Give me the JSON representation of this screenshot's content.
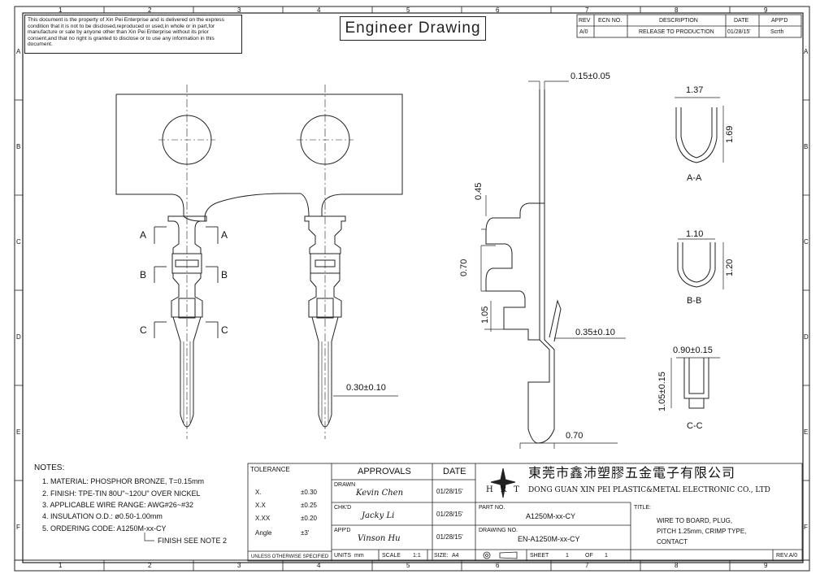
{
  "border": {
    "columns": [
      "1",
      "2",
      "3",
      "4",
      "5",
      "6",
      "7",
      "8",
      "9"
    ],
    "rows": [
      "A",
      "B",
      "C",
      "D",
      "E",
      "F"
    ]
  },
  "disclaimer": "This document is the property of Xin Pei Enterprise and is delivered on the express condition that it is not to be disclosed,reproduced or used,in whole or in part,for manufacture or sale by anyone other than Xin Pei Enterprise without its prior consent,and that no right is granted to disclose or to use any information in this document.",
  "heading": "Engineer Drawing",
  "revision_table": {
    "headers": [
      "REV",
      "ECN NO.",
      "DESCRIPTION",
      "DATE",
      "APP'D"
    ],
    "row": [
      "A/0",
      "",
      "RELEASE TO PRODUCTION",
      "01/28/15'",
      "Scrth"
    ]
  },
  "views": {
    "section_markers": [
      "A",
      "B",
      "C"
    ],
    "section_labels": [
      "A-A",
      "B-B",
      "C-C"
    ]
  },
  "dimensions": {
    "thickness": "0.15±0.05",
    "h045": "0.45",
    "h070": "0.70",
    "h105": "1.05",
    "w035": "0.35±0.10",
    "w070": "0.70",
    "w030": "0.30±0.10",
    "aa_w": "1.37",
    "aa_h": "1.69",
    "bb_w": "1.10",
    "bb_h": "1.20",
    "cc_w": "0.90±0.15",
    "cc_h": "1.05±0.15"
  },
  "notes": {
    "title": "NOTES:",
    "items": [
      "1. MATERIAL: PHOSPHOR BRONZE, T=0.15mm",
      "2. FINISH: TPE-TIN 80U\"~120U\" OVER NICKEL",
      "3. APPLICABLE WIRE RANGE: AWG#26~#32",
      "4. INSULATION O.D.: ø0.50-1.00mm",
      "5. ORDERING CODE: A1250M-xx-CY"
    ],
    "finish_note": "FINISH SEE NOTE 2"
  },
  "tolerance": {
    "title": "TOLERANCE",
    "rows": [
      {
        "label": "X.",
        "value": "±0.30"
      },
      {
        "label": "X.X",
        "value": "±0.25"
      },
      {
        "label": "X.XX",
        "value": "±0.20"
      },
      {
        "label": "Angle",
        "value": "±3'"
      }
    ],
    "footer": "UNLESS OTHERWISE SPECIFIED"
  },
  "approvals": {
    "header": "APPROVALS",
    "date_header": "DATE",
    "rows": [
      {
        "role": "DRAWN",
        "name": "Kevin Chen",
        "date": "01/28/15'"
      },
      {
        "role": "CHK'D",
        "name": "Jacky Li",
        "date": "01/28/15'"
      },
      {
        "role": "APP'D",
        "name": "Vinson Hu",
        "date": "01/28/15'"
      }
    ]
  },
  "company": {
    "logo_letters": "HRT",
    "name_cn": "東莞市鑫沛塑膠五金電子有限公司",
    "name_en": "DONG GUAN XIN PEI PLASTIC&METAL ELECTRONIC CO., LTD"
  },
  "title_block": {
    "part_no_label": "PART NO.",
    "part_no": "A1250M-xx-CY",
    "drawing_no_label": "DRAWING NO.",
    "drawing_no": "EN-A1250M-xx-CY",
    "title_label": "TITLE:",
    "title_lines": [
      "WIRE TO BOARD, PLUG,",
      "PITCH 1.25mm, CRIMP TYPE,",
      "CONTACT"
    ],
    "units_label": "UNITS",
    "units": "mm",
    "scale_label": "SCALE",
    "scale": "1:1",
    "size_label": "SIZE:",
    "size": "A4",
    "sheet_label": "SHEET",
    "sheet": "1",
    "of_label": "OF",
    "of": "1",
    "rev": "REV.A/0"
  }
}
